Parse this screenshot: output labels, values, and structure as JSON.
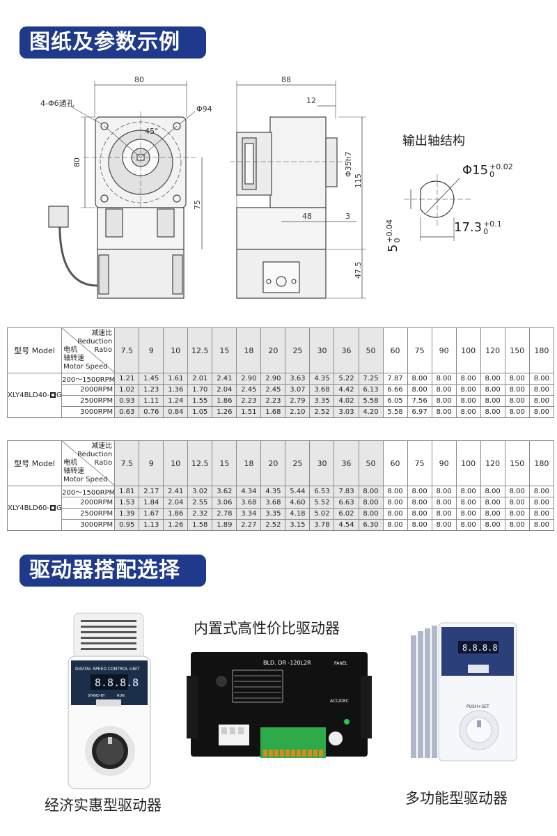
{
  "section1": {
    "title": "图纸及参数示例"
  },
  "drawing": {
    "front": {
      "width": "80",
      "height": "80",
      "holes": "4-Φ6通孔",
      "circle": "Φ94",
      "angle": "45°",
      "lower": "75"
    },
    "side": {
      "width": "88",
      "offset": "12",
      "shaft": "Φ35h7",
      "height": "115",
      "len": "48",
      "small": "3",
      "lower": "47.5"
    },
    "shaft": {
      "caption": "输出轴结构",
      "dia": "Φ15",
      "dia_tol_up": "+0.02",
      "dia_tol_lo": "0",
      "flat": "17.3",
      "flat_tol_up": "+0.1",
      "flat_tol_lo": "0",
      "key": "5",
      "key_tol_up": "+0.04",
      "key_tol_lo": "0"
    }
  },
  "tables": {
    "model_label": "型号 Model",
    "ratio_cn": "减速比",
    "ratio_en1": "Reduction",
    "ratio_en2": "Ratio",
    "speed_cn1": "电机",
    "speed_cn2": "轴转速",
    "speed_en": "Motor Speed",
    "ratios": [
      "7.5",
      "9",
      "10",
      "12.5",
      "15",
      "18",
      "20",
      "25",
      "30",
      "36",
      "50",
      "60",
      "75",
      "90",
      "100",
      "120",
      "150",
      "180"
    ],
    "t40": {
      "model_prefix": "XLY4BLD40-",
      "model_suffix": "GN",
      "rows": [
        {
          "speed": "200～1500RPM",
          "values": [
            "1.21",
            "1.45",
            "1.61",
            "2.01",
            "2.41",
            "2.90",
            "2.90",
            "3.63",
            "4.35",
            "5.22",
            "7.25",
            "7.87",
            "8.00",
            "8.00",
            "8.00",
            "8.00",
            "8.00",
            "8.00"
          ]
        },
        {
          "speed": "2000RPM",
          "values": [
            "1.02",
            "1.23",
            "1.36",
            "1.70",
            "2.04",
            "2.45",
            "2.45",
            "3.07",
            "3.68",
            "4.42",
            "6.13",
            "6.66",
            "8.00",
            "8.00",
            "8.00",
            "8.00",
            "8.00",
            "8.00"
          ]
        },
        {
          "speed": "2500RPM",
          "values": [
            "0.93",
            "1.11",
            "1.24",
            "1.55",
            "1.86",
            "2.23",
            "2.23",
            "2.79",
            "3.35",
            "4.02",
            "5.58",
            "6.05",
            "7.56",
            "8.00",
            "8.00",
            "8.00",
            "8.00",
            "8.00"
          ]
        },
        {
          "speed": "3000RPM",
          "values": [
            "0.63",
            "0.76",
            "0.84",
            "1.05",
            "1.26",
            "1.51",
            "1.68",
            "2.10",
            "2.52",
            "3.03",
            "4.20",
            "5.58",
            "6.97",
            "8.00",
            "8.00",
            "8.00",
            "8.00",
            "8.00"
          ]
        }
      ]
    },
    "t60": {
      "model_prefix": "XLY4BLD60-",
      "model_suffix": "GN",
      "rows": [
        {
          "speed": "200～1500RPM",
          "values": [
            "1.81",
            "2.17",
            "2.41",
            "3.02",
            "3.62",
            "4.34",
            "4.35",
            "5.44",
            "6.53",
            "7.83",
            "8.00",
            "8.00",
            "8.00",
            "8.00",
            "8.00",
            "8.00",
            "8.00",
            "8.00"
          ]
        },
        {
          "speed": "2000RPM",
          "values": [
            "1.53",
            "1.84",
            "2.04",
            "2.55",
            "3.06",
            "3.68",
            "3.68",
            "4.60",
            "5.52",
            "6.63",
            "8.00",
            "8.00",
            "8.00",
            "8.00",
            "8.00",
            "8.00",
            "8.00",
            "8.00"
          ]
        },
        {
          "speed": "2500RPM",
          "values": [
            "1.39",
            "1.67",
            "1.86",
            "2.32",
            "2.78",
            "3.34",
            "3.35",
            "4.18",
            "5.02",
            "6.02",
            "8.00",
            "8.00",
            "8.00",
            "8.00",
            "8.00",
            "8.00",
            "8.00",
            "8.00"
          ]
        },
        {
          "speed": "3000RPM",
          "values": [
            "0.95",
            "1.13",
            "1.26",
            "1.58",
            "1.89",
            "2.27",
            "2.52",
            "3.15",
            "3.78",
            "4.54",
            "6.30",
            "8.00",
            "8.00",
            "8.00",
            "8.00",
            "8.00",
            "8.00",
            "8.00"
          ]
        }
      ]
    }
  },
  "section2": {
    "title": "驱动器搭配选择"
  },
  "drivers": {
    "economy": {
      "caption": "经济实惠型驱动器",
      "panel": "DIGITAL SPEED CONTROL UNIT",
      "display": "8.8.8.8",
      "standby": "STAND-BY",
      "run": "RUN"
    },
    "builtin": {
      "caption": "内置式高性价比驱动器",
      "model": "BLD. DR -120L2R",
      "panel": "PANEL",
      "acc": "ACC/DEC"
    },
    "multi": {
      "caption": "多功能型驱动器",
      "display": "8.8.8.8",
      "pushset": "PUSH+SET"
    }
  }
}
